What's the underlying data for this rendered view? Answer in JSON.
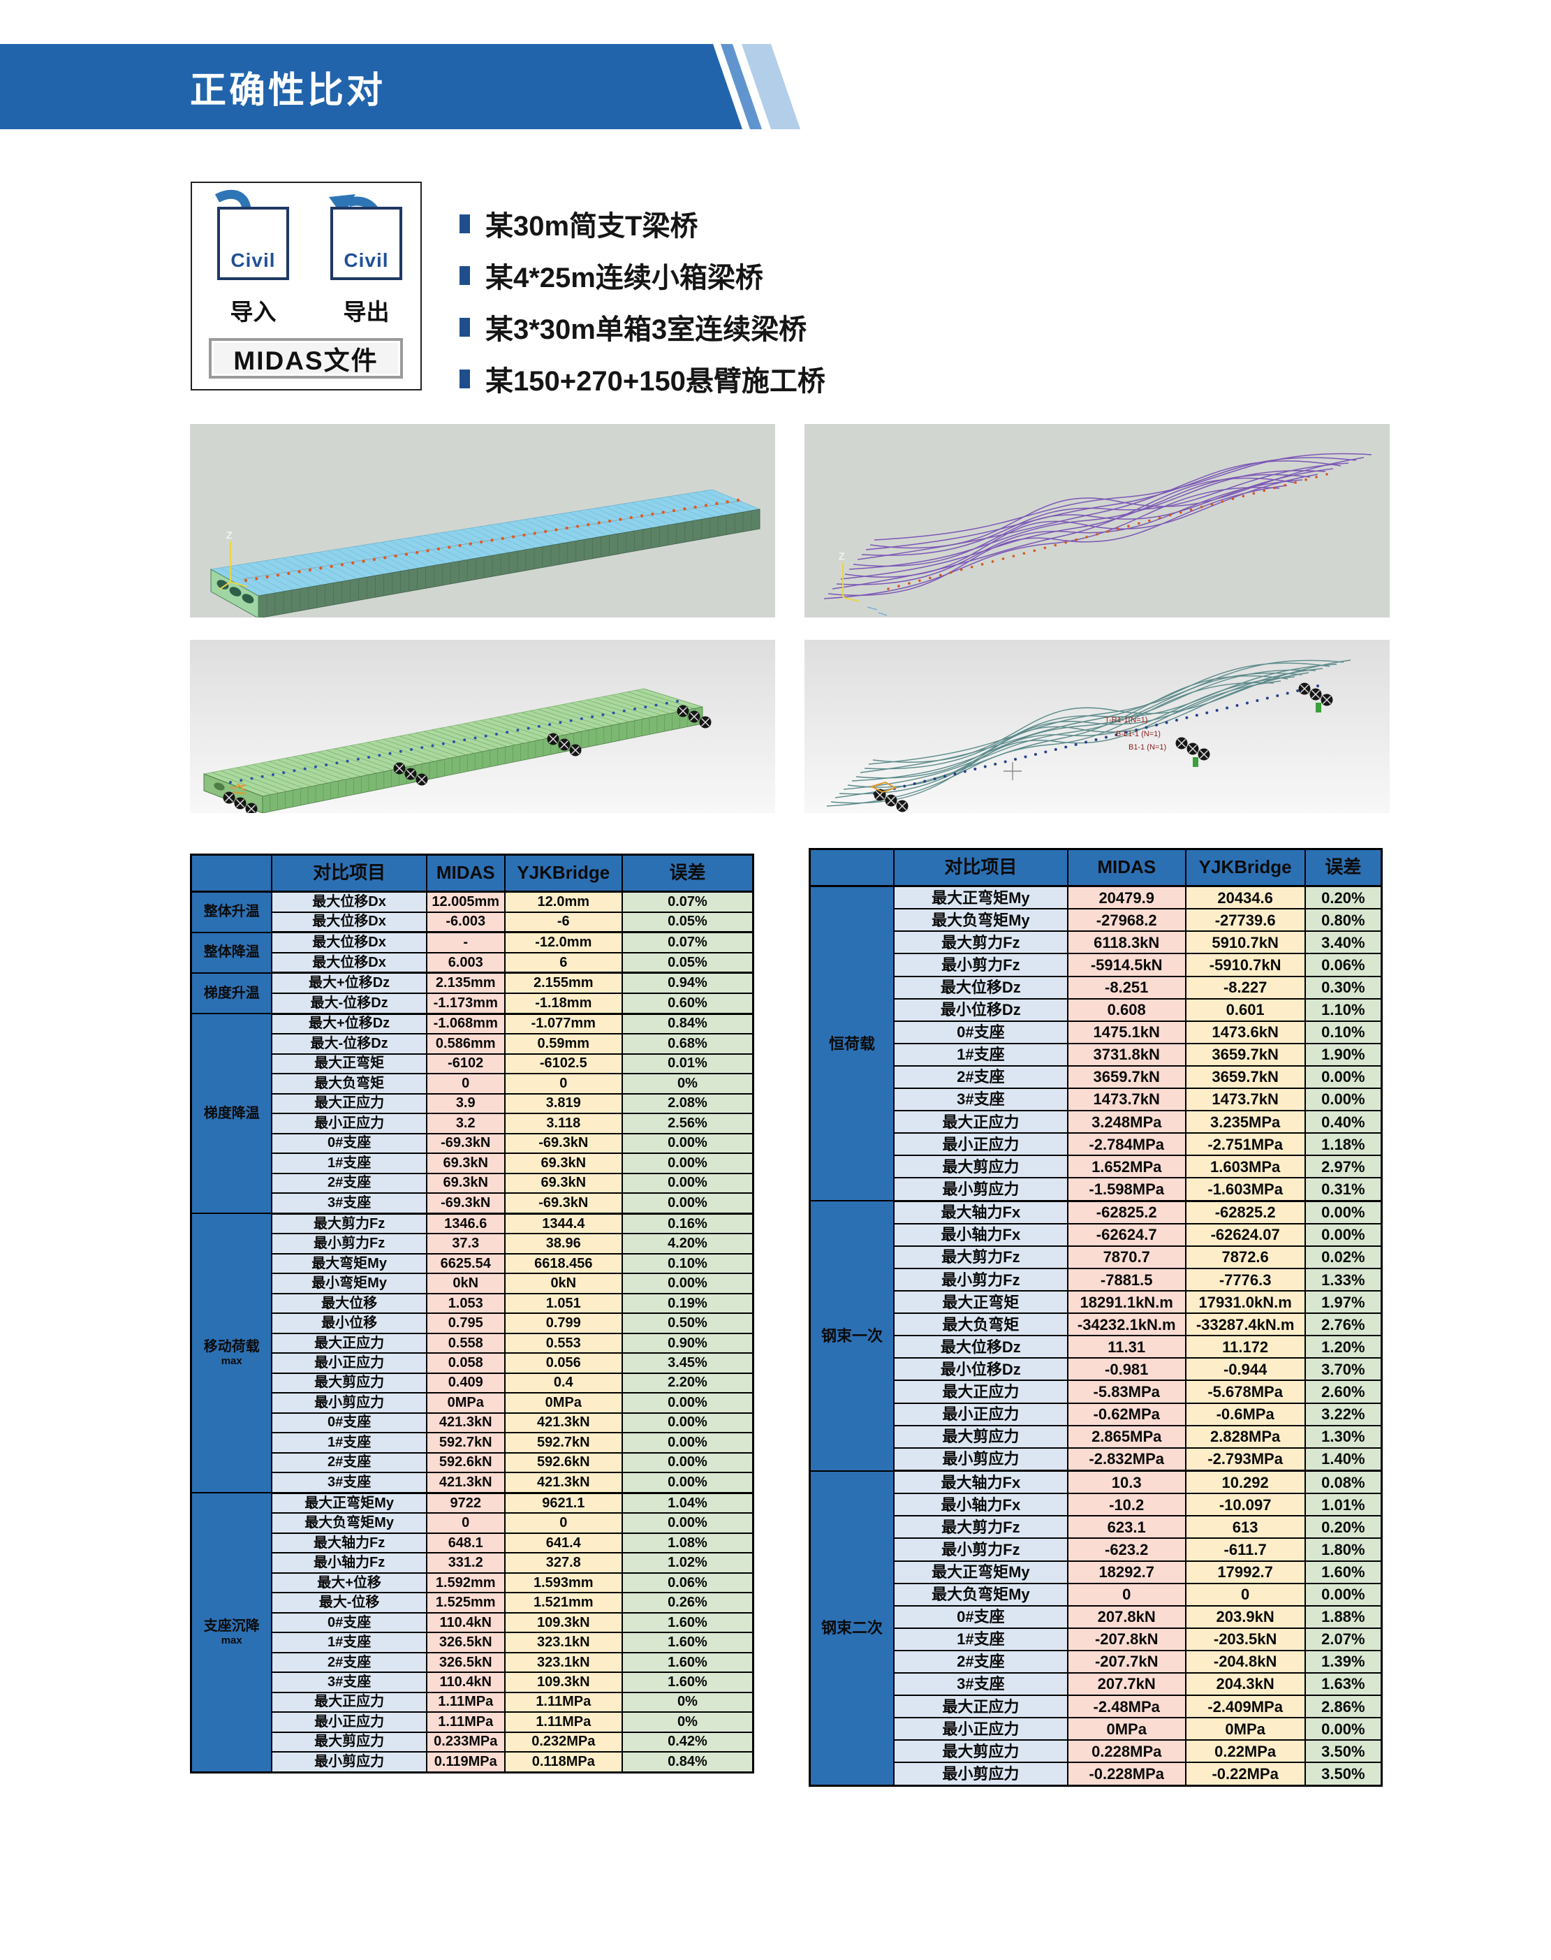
{
  "banner": {
    "title": "正确性比对"
  },
  "civil_panel": {
    "icon_text": "Civil",
    "import_label": "导入",
    "export_label": "导出",
    "file_box_label": "MIDAS文件"
  },
  "bullet_list": [
    "某30m简支T梁桥",
    "某4*25m连续小箱梁桥",
    "某3*30m单箱3室连续梁桥",
    "某150+270+150悬臂施工桥"
  ],
  "model_views": {
    "axis_label": "Z",
    "tendon_labels": [
      "T-R1-1(N=1)",
      "B-L1-1 (N=1)",
      "B1-1 (N=1)"
    ]
  },
  "comparison_tables": {
    "column_headers": [
      "对比项目",
      "MIDAS",
      "YJKBridge",
      "误差"
    ],
    "left": {
      "groups": [
        {
          "label": "整体升温",
          "sublabel": "",
          "rows": [
            [
              "最大位移Dx",
              "12.005mm",
              "12.0mm",
              "0.07%"
            ],
            [
              "最大位移Dx",
              "-6.003",
              "-6",
              "0.05%"
            ]
          ]
        },
        {
          "label": "整体降温",
          "sublabel": "",
          "rows": [
            [
              "最大位移Dx",
              "-",
              "-12.0mm",
              "0.07%"
            ],
            [
              "最大位移Dx",
              "6.003",
              "6",
              "0.05%"
            ]
          ]
        },
        {
          "label": "梯度升温",
          "sublabel": "",
          "rows": [
            [
              "最大+位移Dz",
              "2.135mm",
              "2.155mm",
              "0.94%"
            ],
            [
              "最大-位移Dz",
              "-1.173mm",
              "-1.18mm",
              "0.60%"
            ]
          ]
        },
        {
          "label": "梯度降温",
          "sublabel": "",
          "rows": [
            [
              "最大+位移Dz",
              "-1.068mm",
              "-1.077mm",
              "0.84%"
            ],
            [
              "最大-位移Dz",
              "0.586mm",
              "0.59mm",
              "0.68%"
            ],
            [
              "最大正弯矩",
              "-6102",
              "-6102.5",
              "0.01%"
            ],
            [
              "最大负弯矩",
              "0",
              "0",
              "0%"
            ],
            [
              "最大正应力",
              "3.9",
              "3.819",
              "2.08%"
            ],
            [
              "最小正应力",
              "3.2",
              "3.118",
              "2.56%"
            ],
            [
              "0#支座",
              "-69.3kN",
              "-69.3kN",
              "0.00%"
            ],
            [
              "1#支座",
              "69.3kN",
              "69.3kN",
              "0.00%"
            ],
            [
              "2#支座",
              "69.3kN",
              "69.3kN",
              "0.00%"
            ],
            [
              "3#支座",
              "-69.3kN",
              "-69.3kN",
              "0.00%"
            ]
          ]
        },
        {
          "label": "移动荷载",
          "sublabel": "max",
          "rows": [
            [
              "最大剪力Fz",
              "1346.6",
              "1344.4",
              "0.16%"
            ],
            [
              "最小剪力Fz",
              "37.3",
              "38.96",
              "4.20%"
            ],
            [
              "最大弯矩My",
              "6625.54",
              "6618.456",
              "0.10%"
            ],
            [
              "最小弯矩My",
              "0kN",
              "0kN",
              "0.00%"
            ],
            [
              "最大位移",
              "1.053",
              "1.051",
              "0.19%"
            ],
            [
              "最小位移",
              "0.795",
              "0.799",
              "0.50%"
            ],
            [
              "最大正应力",
              "0.558",
              "0.553",
              "0.90%"
            ],
            [
              "最小正应力",
              "0.058",
              "0.056",
              "3.45%"
            ],
            [
              "最大剪应力",
              "0.409",
              "0.4",
              "2.20%"
            ],
            [
              "最小剪应力",
              "0MPa",
              "0MPa",
              "0.00%"
            ],
            [
              "0#支座",
              "421.3kN",
              "421.3kN",
              "0.00%"
            ],
            [
              "1#支座",
              "592.7kN",
              "592.7kN",
              "0.00%"
            ],
            [
              "2#支座",
              "592.6kN",
              "592.6kN",
              "0.00%"
            ],
            [
              "3#支座",
              "421.3kN",
              "421.3kN",
              "0.00%"
            ]
          ]
        },
        {
          "label": "支座沉降",
          "sublabel": "max",
          "rows": [
            [
              "最大正弯矩My",
              "9722",
              "9621.1",
              "1.04%"
            ],
            [
              "最大负弯矩My",
              "0",
              "0",
              "0.00%"
            ],
            [
              "最大轴力Fz",
              "648.1",
              "641.4",
              "1.08%"
            ],
            [
              "最小轴力Fz",
              "331.2",
              "327.8",
              "1.02%"
            ],
            [
              "最大+位移",
              "1.592mm",
              "1.593mm",
              "0.06%"
            ],
            [
              "最大-位移",
              "1.525mm",
              "1.521mm",
              "0.26%"
            ],
            [
              "0#支座",
              "110.4kN",
              "109.3kN",
              "1.60%"
            ],
            [
              "1#支座",
              "326.5kN",
              "323.1kN",
              "1.60%"
            ],
            [
              "2#支座",
              "326.5kN",
              "323.1kN",
              "1.60%"
            ],
            [
              "3#支座",
              "110.4kN",
              "109.3kN",
              "1.60%"
            ],
            [
              "最大正应力",
              "1.11MPa",
              "1.11MPa",
              "0%"
            ],
            [
              "最小正应力",
              "1.11MPa",
              "1.11MPa",
              "0%"
            ],
            [
              "最大剪应力",
              "0.233MPa",
              "0.232MPa",
              "0.42%"
            ],
            [
              "最小剪应力",
              "0.119MPa",
              "0.118MPa",
              "0.84%"
            ]
          ]
        }
      ]
    },
    "right": {
      "groups": [
        {
          "label": "恒荷载",
          "sublabel": "",
          "rows": [
            [
              "最大正弯矩My",
              "20479.9",
              "20434.6",
              "0.20%"
            ],
            [
              "最大负弯矩My",
              "-27968.2",
              "-27739.6",
              "0.80%"
            ],
            [
              "最大剪力Fz",
              "6118.3kN",
              "5910.7kN",
              "3.40%"
            ],
            [
              "最小剪力Fz",
              "-5914.5kN",
              "-5910.7kN",
              "0.06%"
            ],
            [
              "最大位移Dz",
              "-8.251",
              "-8.227",
              "0.30%"
            ],
            [
              "最小位移Dz",
              "0.608",
              "0.601",
              "1.10%"
            ],
            [
              "0#支座",
              "1475.1kN",
              "1473.6kN",
              "0.10%"
            ],
            [
              "1#支座",
              "3731.8kN",
              "3659.7kN",
              "1.90%"
            ],
            [
              "2#支座",
              "3659.7kN",
              "3659.7kN",
              "0.00%"
            ],
            [
              "3#支座",
              "1473.7kN",
              "1473.7kN",
              "0.00%"
            ],
            [
              "最大正应力",
              "3.248MPa",
              "3.235MPa",
              "0.40%"
            ],
            [
              "最小正应力",
              "-2.784MPa",
              "-2.751MPa",
              "1.18%"
            ],
            [
              "最大剪应力",
              "1.652MPa",
              "1.603MPa",
              "2.97%"
            ],
            [
              "最小剪应力",
              "-1.598MPa",
              "-1.603MPa",
              "0.31%"
            ]
          ]
        },
        {
          "label": "钢束一次",
          "sublabel": "",
          "rows": [
            [
              "最大轴力Fx",
              "-62825.2",
              "-62825.2",
              "0.00%"
            ],
            [
              "最小轴力Fx",
              "-62624.7",
              "-62624.07",
              "0.00%"
            ],
            [
              "最大剪力Fz",
              "7870.7",
              "7872.6",
              "0.02%"
            ],
            [
              "最小剪力Fz",
              "-7881.5",
              "-7776.3",
              "1.33%"
            ],
            [
              "最大正弯矩",
              "18291.1kN.m",
              "17931.0kN.m",
              "1.97%"
            ],
            [
              "最大负弯矩",
              "-34232.1kN.m",
              "-33287.4kN.m",
              "2.76%"
            ],
            [
              "最大位移Dz",
              "11.31",
              "11.172",
              "1.20%"
            ],
            [
              "最小位移Dz",
              "-0.981",
              "-0.944",
              "3.70%"
            ],
            [
              "最大正应力",
              "-5.83MPa",
              "-5.678MPa",
              "2.60%"
            ],
            [
              "最小正应力",
              "-0.62MPa",
              "-0.6MPa",
              "3.22%"
            ],
            [
              "最大剪应力",
              "2.865MPa",
              "2.828MPa",
              "1.30%"
            ],
            [
              "最小剪应力",
              "-2.832MPa",
              "-2.793MPa",
              "1.40%"
            ]
          ]
        },
        {
          "label": "钢束二次",
          "sublabel": "",
          "rows": [
            [
              "最大轴力Fx",
              "10.3",
              "10.292",
              "0.08%"
            ],
            [
              "最小轴力Fx",
              "-10.2",
              "-10.097",
              "1.01%"
            ],
            [
              "最大剪力Fz",
              "623.1",
              "613",
              "0.20%"
            ],
            [
              "最小剪力Fz",
              "-623.2",
              "-611.7",
              "1.80%"
            ],
            [
              "最大正弯矩My",
              "18292.7",
              "17992.7",
              "1.60%"
            ],
            [
              "最大负弯矩My",
              "0",
              "0",
              "0.00%"
            ],
            [
              "0#支座",
              "207.8kN",
              "203.9kN",
              "1.88%"
            ],
            [
              "1#支座",
              "-207.8kN",
              "-203.5kN",
              "2.07%"
            ],
            [
              "2#支座",
              "-207.7kN",
              "-204.8kN",
              "1.39%"
            ],
            [
              "3#支座",
              "207.7kN",
              "204.3kN",
              "1.63%"
            ],
            [
              "最大正应力",
              "-2.48MPa",
              "-2.409MPa",
              "2.86%"
            ],
            [
              "最小正应力",
              "0MPa",
              "0MPa",
              "0.00%"
            ],
            [
              "最大剪应力",
              "0.228MPa",
              "0.22MPa",
              "3.50%"
            ],
            [
              "最小剪应力",
              "-0.228MPa",
              "-0.22MPa",
              "3.50%"
            ]
          ]
        }
      ]
    }
  },
  "colors": {
    "banner_blue": "#2164ac",
    "stripe_medium": "#6094ce",
    "stripe_light": "#b3cee9",
    "table_header_blue": "#2c70b4",
    "item_column": "#dce6f2",
    "midas_column": "#fadcd3",
    "yjkbridge_column": "#fdeec9",
    "error_column": "#d9e7d1",
    "civil_border_navy": "#1f3864",
    "arrow_blue": "#2e75b6",
    "bullet_square": "#1f4e8c"
  }
}
